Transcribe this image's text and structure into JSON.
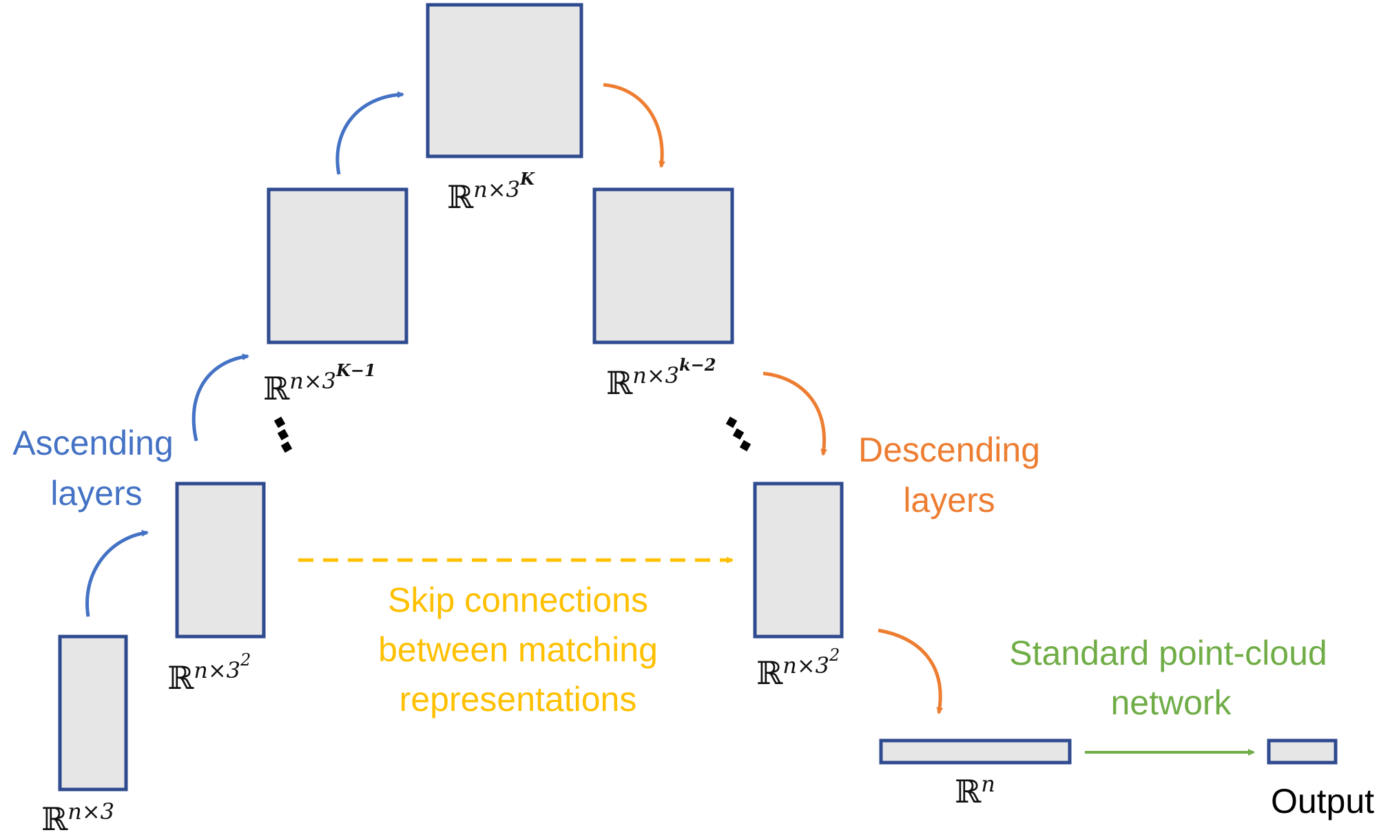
{
  "colors": {
    "box_fill": "#E7E6E6",
    "box_stroke": "#2F4B8F",
    "ascending": "#4472C4",
    "descending": "#ED7D31",
    "skip": "#FFC000",
    "standard": "#70AD47"
  },
  "labels": {
    "ascending_line1": "Ascending",
    "ascending_line2": "layers",
    "descending_line1": "Descending",
    "descending_line2": "layers",
    "skip_line1": "Skip connections",
    "skip_line2": "between matching",
    "skip_line3": "representations",
    "standard_line1": "Standard point-cloud",
    "standard_line2": "network",
    "output": "Output"
  },
  "dimensions": {
    "input": {
      "base": "ℝ",
      "exp": "n×3"
    },
    "asc_level2": {
      "base": "ℝ",
      "exp": "n×3",
      "exp2": "2"
    },
    "asc_levelK1": {
      "base": "ℝ",
      "exp": "n×3",
      "exp2": "K−1"
    },
    "top": {
      "base": "ℝ",
      "exp": "n×3",
      "exp2": "K"
    },
    "desc_levelk2": {
      "base": "ℝ",
      "exp": "n×3",
      "exp2": "k−2"
    },
    "desc_level2": {
      "base": "ℝ",
      "exp": "n×3",
      "exp2": "2"
    },
    "final": {
      "base": "ℝ",
      "exp": "n"
    }
  }
}
